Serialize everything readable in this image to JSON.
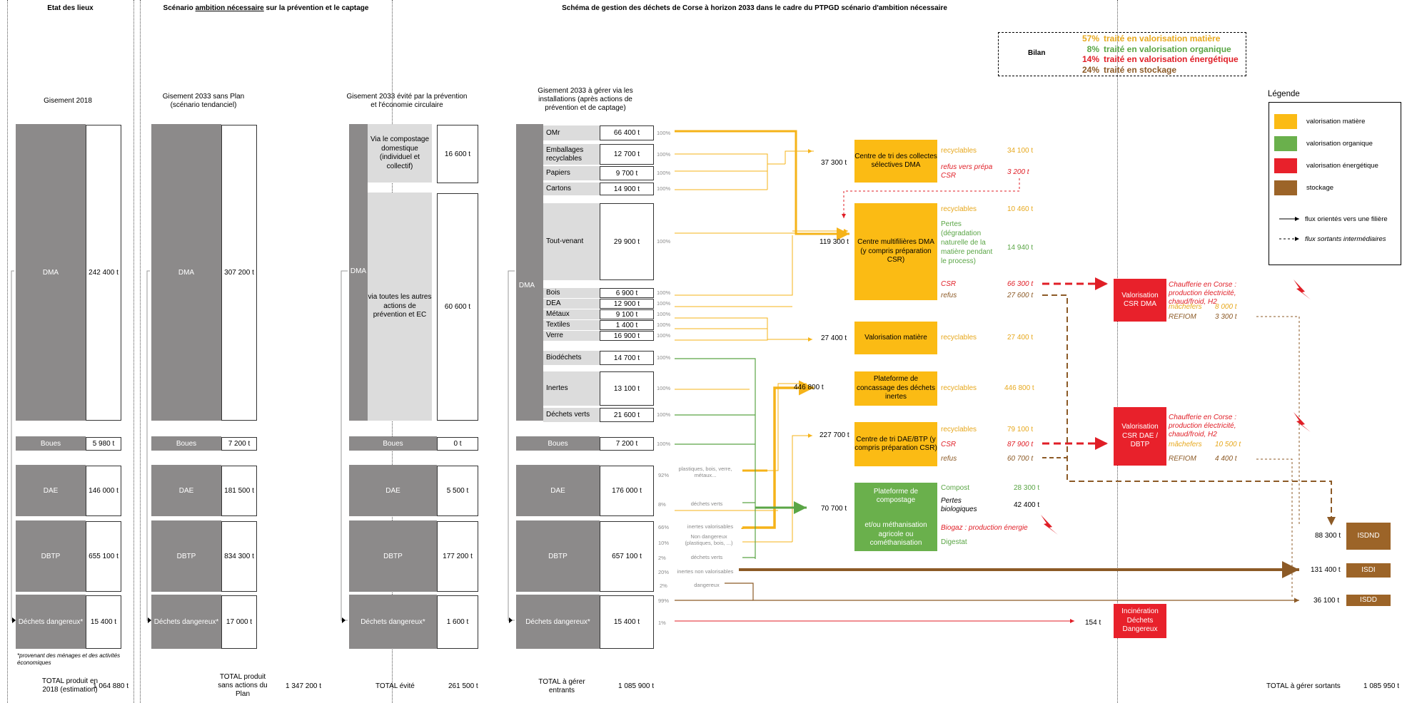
{
  "headers": {
    "etat": "Etat des lieux",
    "scenario_pre": "Scénario ",
    "scenario_u": "ambition nécessaire",
    "scenario_post": " sur la prévention et le captage",
    "schema": "Schéma de gestion des déchets de Corse à horizon 2033 dans le cadre du PTPGD scénario d'ambition nécessaire"
  },
  "col1": {
    "title": "Gisement 2018",
    "rows": [
      {
        "label": "DMA",
        "value": "242 400 t"
      },
      {
        "label": "Boues",
        "value": "5 980 t"
      },
      {
        "label": "DAE",
        "value": "146 000 t"
      },
      {
        "label": "DBTP",
        "value": "655 100 t"
      },
      {
        "label": "Déchets dangereux*",
        "value": "15 400 t"
      }
    ],
    "footnote": "*provenant des ménages et des activités économiques",
    "total_label": "TOTAL produit en 2018 (estimation)",
    "total_value": "1 064 880 t"
  },
  "col2": {
    "title": "Gisement 2033 sans Plan (scénario tendanciel)",
    "rows": [
      {
        "label": "DMA",
        "value": "307 200 t"
      },
      {
        "label": "Boues",
        "value": "7 200 t"
      },
      {
        "label": "DAE",
        "value": "181 500 t"
      },
      {
        "label": "DBTP",
        "value": "834 300 t"
      },
      {
        "label": "Déchets dangereux*",
        "value": "17 000 t"
      }
    ],
    "total_label": "TOTAL produit sans actions du Plan",
    "total_value": "1 347 200 t"
  },
  "col3": {
    "title": "Gisement 2033 évité par la prévention et l'économie circulaire",
    "dma_label": "DMA",
    "sub1": {
      "label": "Via le compostage domestique (individuel et collectif)",
      "value": "16 600 t"
    },
    "sub2": {
      "label": "via toutes les autres actions de prévention et EC",
      "value": "60 600 t"
    },
    "rows": [
      {
        "label": "Boues",
        "value": "0 t"
      },
      {
        "label": "DAE",
        "value": "5 500 t"
      },
      {
        "label": "DBTP",
        "value": "177 200 t"
      },
      {
        "label": "Déchets dangereux*",
        "value": "1 600 t"
      }
    ],
    "total_label": "TOTAL évité",
    "total_value": "261 500 t"
  },
  "col4": {
    "title": "Gisement 2033 à gérer via les installations (après actions de prévention et de captage)",
    "dma_label": "DMA",
    "items": [
      {
        "label": "OMr",
        "value": "66 400 t",
        "pct": "100%"
      },
      {
        "label": "Emballages recyclables",
        "value": "12 700 t",
        "pct": "100%"
      },
      {
        "label": "Papiers",
        "value": "9 700 t",
        "pct": "100%"
      },
      {
        "label": "Cartons",
        "value": "14 900 t",
        "pct": "100%"
      },
      {
        "label": "Tout-venant",
        "value": "29 900 t",
        "pct": "100%"
      },
      {
        "label": "Bois",
        "value": "6 900 t",
        "pct": "100%"
      },
      {
        "label": "DEA",
        "value": "12 900 t",
        "pct": "100%"
      },
      {
        "label": "Métaux",
        "value": "9 100 t",
        "pct": "100%"
      },
      {
        "label": "Textiles",
        "value": "1 400 t",
        "pct": "100%"
      },
      {
        "label": "Verre",
        "value": "16 900 t",
        "pct": "100%"
      },
      {
        "label": "Biodéchets",
        "value": "14 700 t",
        "pct": "100%"
      },
      {
        "label": "Inertes",
        "value": "13 100 t",
        "pct": "100%"
      },
      {
        "label": "Déchets verts",
        "value": "21 600 t",
        "pct": "100%"
      }
    ],
    "boues": {
      "label": "Boues",
      "value": "7 200 t",
      "pct": "100%"
    },
    "dae": {
      "label": "DAE",
      "value": "176 000 t",
      "splits": [
        {
          "pct": "92%",
          "label": "plastiques, bois, verre, métaux..."
        },
        {
          "pct": "8%",
          "label": "déchets verts"
        }
      ]
    },
    "dbtp": {
      "label": "DBTP",
      "value": "657 100 t",
      "splits": [
        {
          "pct": "66%",
          "label": "inertes valorisables"
        },
        {
          "pct": "10%",
          "label": "Non dangereux (plastiques, bois, ...)"
        },
        {
          "pct": "2%",
          "label": "déchets verts"
        },
        {
          "pct": "20%",
          "label": "inertes non valorisables"
        },
        {
          "pct": "2%",
          "label": "dangereux"
        }
      ]
    },
    "dd": {
      "label": "Déchets dangereux*",
      "value": "15 400 t",
      "splits": [
        {
          "pct": "99%"
        },
        {
          "pct": "1%"
        }
      ]
    },
    "total_label": "TOTAL à gérer entrants",
    "total_value": "1 085 900 t"
  },
  "bilan": {
    "label": "Bilan",
    "lines": [
      {
        "pct": "57%",
        "text": "traité en valorisation matière",
        "color": "#e7a81d"
      },
      {
        "pct": "8%",
        "text": "traité en valorisation organique",
        "color": "#5aa545"
      },
      {
        "pct": "14%",
        "text": "traité en valorisation énergétique",
        "color": "#e01e26"
      },
      {
        "pct": "24%",
        "text": "traité en stockage",
        "color": "#8c5a26"
      }
    ]
  },
  "legend": {
    "title": "Légende",
    "items": [
      {
        "label": "valorisation matière",
        "color": "#fbbb14"
      },
      {
        "label": "valorisation organique",
        "color": "#6ab04c"
      },
      {
        "label": "valorisation énergétique",
        "color": "#e8212b"
      },
      {
        "label": "stockage",
        "color": "#9c6428"
      }
    ],
    "solid": "flux orientés vers une filière",
    "dashed": "flux sortants intermédiaires"
  },
  "flows": {
    "f1": "37 300 t",
    "f2": "119 300 t",
    "f3": "27 400 t",
    "f4": "446 800 t",
    "f5": "227 700 t",
    "f6": "70 700 t",
    "f7": "154 t"
  },
  "centers": {
    "tri_collectes": {
      "label": "Centre de tri des collectes sélectives DMA",
      "out1": "recyclables",
      "v1": "34 100 t",
      "out2": "refus vers prépa CSR",
      "v2": "3 200 t"
    },
    "multifilieres": {
      "label": "Centre multifilières DMA (y compris préparation CSR)",
      "out1": "recyclables",
      "v1": "10 460 t",
      "out2": "Pertes (dégradation naturelle de la matière pendant le process)",
      "v2": "14 940 t",
      "out3": "CSR",
      "v3": "66 300 t",
      "out4": "refus",
      "v4": "27 600 t"
    },
    "valo_matiere": {
      "label": "Valorisation matière",
      "out1": "recyclables",
      "v1": "27 400 t"
    },
    "concassage": {
      "label": "Plateforme de concassage des déchets inertes",
      "out1": "recyclables",
      "v1": "446 800 t"
    },
    "tri_dae": {
      "label": "Centre de tri DAE/BTP (y compris préparation CSR)",
      "out1": "recyclables",
      "v1": "79 100 t",
      "out2": "CSR",
      "v2": "87 900 t",
      "out3": "refus",
      "v3": "60 700 t"
    },
    "compostage": {
      "label1": "Plateforme de compostage",
      "label2": "et/ou méthanisation agricole ou cométhanisation",
      "out1": "Compost",
      "v1": "28 300 t",
      "out2": "Pertes biologiques",
      "v2": "42 400 t",
      "out3": "Biogaz : production énergie",
      "out4": "Digestat"
    },
    "csr_dma": {
      "label": "Valorisation CSR DMA",
      "o1": "Chaufferie en Corse : production électricité, chaud/froid, H2",
      "o2": "mâchefers",
      "v2": "8 000 t",
      "o3": "REFIOM",
      "v3": "3 300 t"
    },
    "csr_dae": {
      "label": "Valorisation CSR DAE / DBTP",
      "o1": "Chaufferie en Corse : production électricité, chaud/froid, H2",
      "o2": "mâchefers",
      "v2": "10 500 t",
      "o3": "REFIOM",
      "v3": "4 400 t"
    },
    "incin": {
      "label": "Incinération Déchets Dangereux"
    }
  },
  "storage": [
    {
      "label": "ISDND",
      "value": "88 300 t"
    },
    {
      "label": "ISDI",
      "value": "131 400 t"
    },
    {
      "label": "ISDD",
      "value": "36 100 t"
    }
  ],
  "total_out": {
    "label": "TOTAL à gérer sortants",
    "value": "1 085 950 t"
  }
}
